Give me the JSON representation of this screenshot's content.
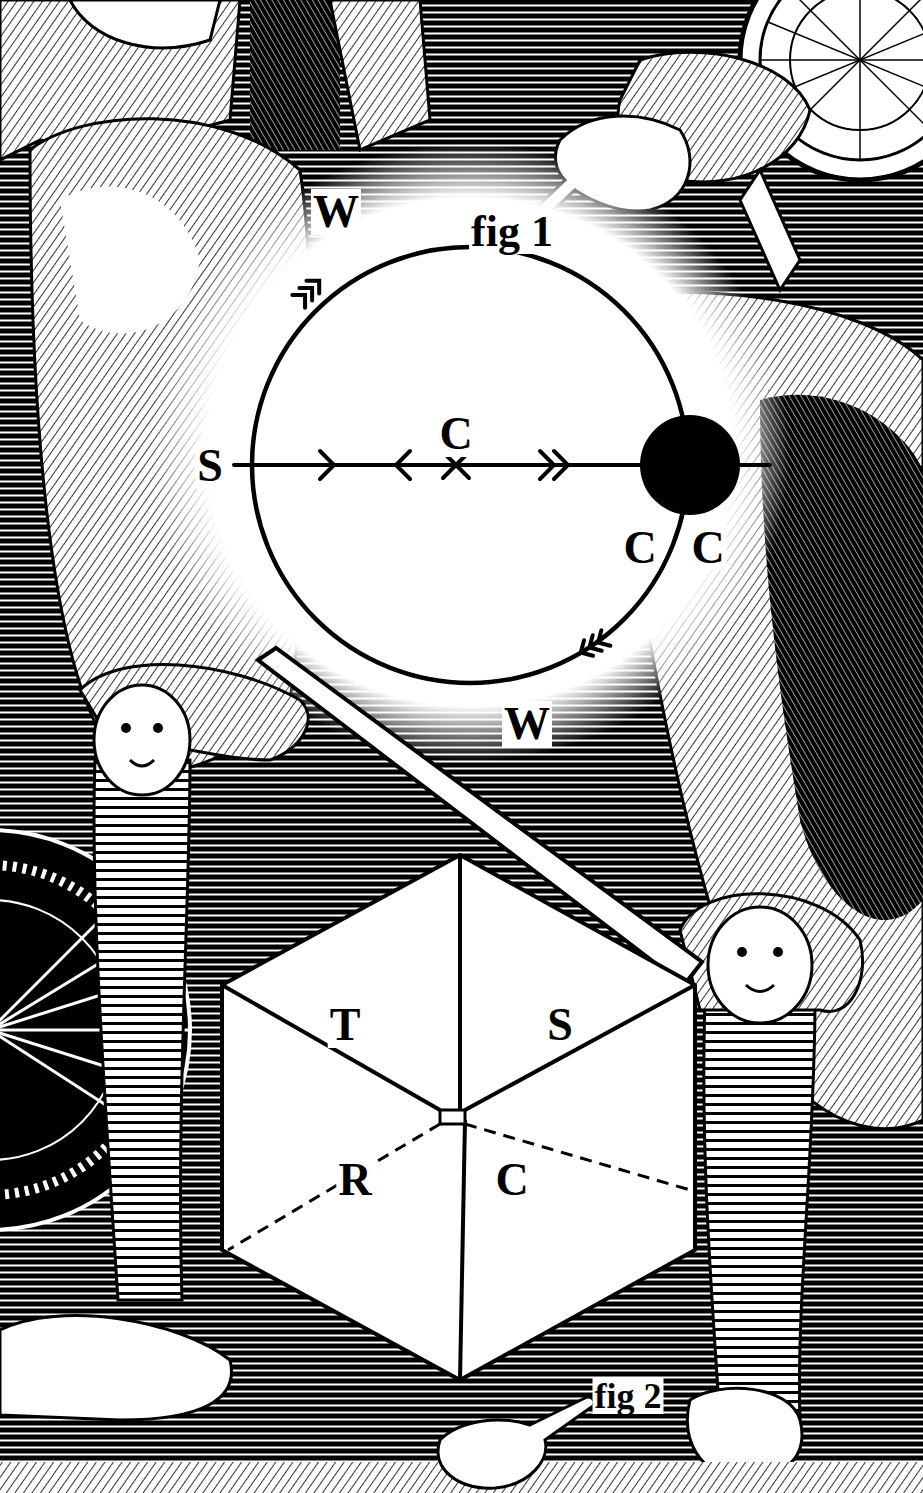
{
  "diagram": {
    "labels": [
      "W",
      "fig 1",
      "S",
      "C",
      "C",
      "C",
      "W",
      "T",
      "S",
      "R",
      "C",
      "fig 2"
    ]
  }
}
